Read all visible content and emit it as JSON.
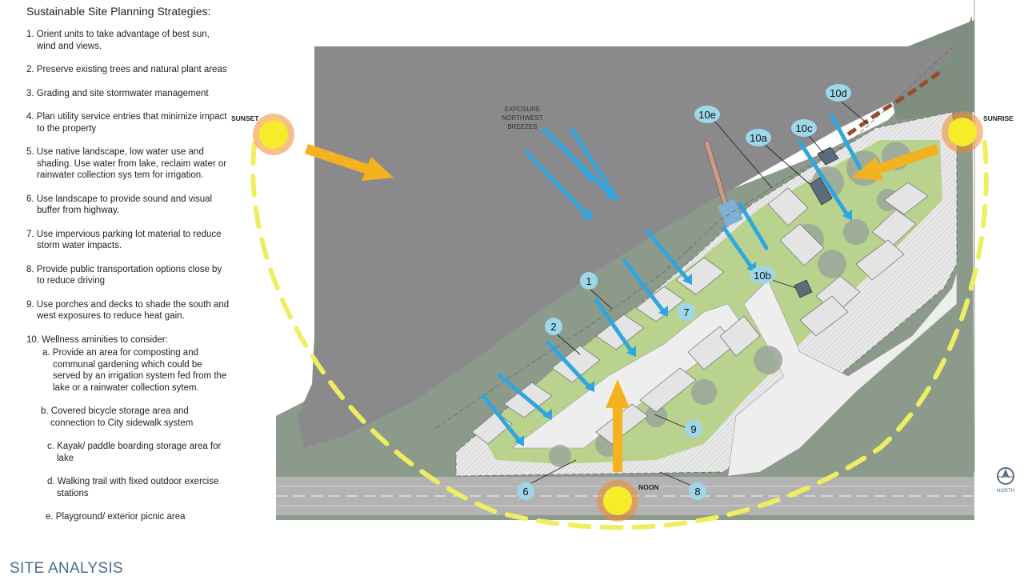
{
  "strategies": {
    "heading": "Sustainable Site Planning Strategies:",
    "items": [
      {
        "num": "1.",
        "text": "Orient units to take advantage of best sun, wind and views."
      },
      {
        "num": "2.",
        "text": "Preserve existing trees and natural plant areas"
      },
      {
        "num": "3.",
        "text": "Grading and site stormwater management"
      },
      {
        "num": "4.",
        "text": "Plan utility service entries that minimize impact to the property"
      },
      {
        "num": "5.",
        "text": "Use native landscape, low water use and shading.  Use water from lake, reclaim water or rainwater collection sys tem for irrigation."
      },
      {
        "num": "6.",
        "text": "Use landscape to provide sound and visual buffer from highway."
      },
      {
        "num": "7.",
        "text": "Use impervious parking lot material to reduce storm water impacts."
      },
      {
        "num": "8.",
        "text": "Provide public transportation options close by to reduce driving"
      },
      {
        "num": "9.",
        "text": "Use porches and decks to shade the south and west exposures to reduce heat gain."
      },
      {
        "num": "10.",
        "text": "Wellness aminities to consider:"
      }
    ],
    "sub_items": [
      {
        "letter": "a.",
        "text": "Provide an area for composting and communal gardening which could be served by an irrigation system fed from the lake or a rainwater collection sytem."
      },
      {
        "letter": "b.",
        "text": "Covered bicycle storage area and connection to City sidewalk system"
      },
      {
        "letter": "c.",
        "text": "Kayak/ paddle boarding storage area for lake"
      },
      {
        "letter": "d.",
        "text": "Walking trail with fixed outdoor exercise stations"
      },
      {
        "letter": "e.",
        "text": "Playground/ exterior picnic area"
      }
    ]
  },
  "page_title": "SITE ANALYSIS",
  "map": {
    "sunset_label": "SUNSET",
    "sunrise_label": "SUNRISE",
    "noon_label": "NOON",
    "north_label": "NORTH",
    "breeze_label": [
      "EXPOSURE",
      "NORTHWEST",
      "BREEZES"
    ],
    "callouts": [
      "1",
      "2",
      "6",
      "7",
      "8",
      "9",
      "10a",
      "10b",
      "10c",
      "10d",
      "10e"
    ],
    "colors": {
      "lake": "#8a8a8c",
      "site_green": "#b9d38e",
      "tree_canopy": "#9aa79a",
      "road": "#b3b3b3",
      "sun_path": "#eeee60",
      "sun": "#f6ec2a",
      "sun_rays": "#f08a2a",
      "wind_arrow": "#2fa6e0",
      "sun_arrow": "#f3b21e",
      "callout_bubble": "#9fd7ea",
      "trail": "#9a4a26",
      "title": "#4a6e8e"
    }
  }
}
